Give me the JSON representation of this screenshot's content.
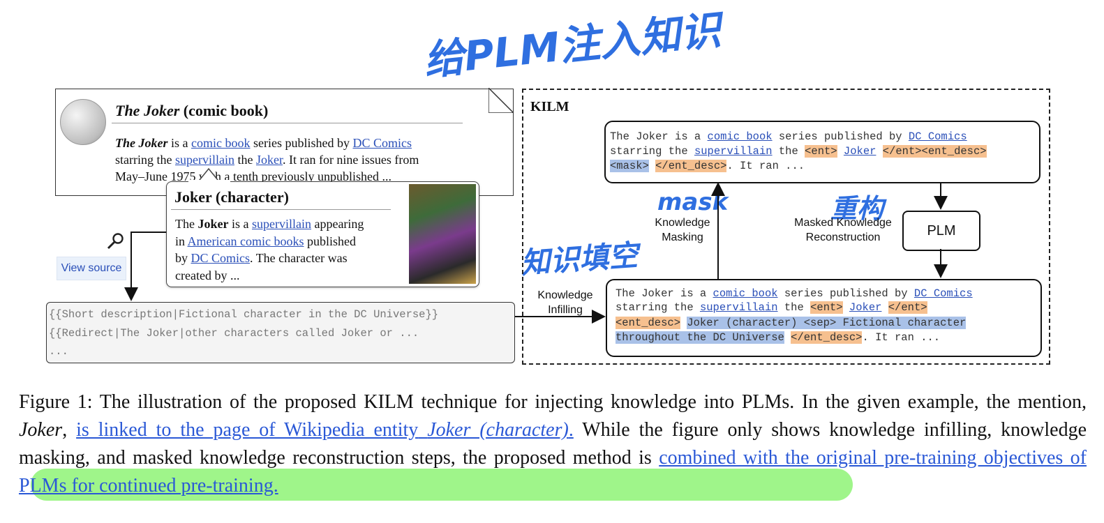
{
  "handwriting": {
    "top_note": "给PLM注入知识",
    "mask_note": "mask",
    "reconstruct_note": "重构",
    "infill_note": "知识填空"
  },
  "wiki": {
    "title_italic": "The Joker",
    "title_rest": "(comic book)",
    "body": {
      "bold_italic": "The Joker",
      "t1": "is a",
      "link_comic_book": "comic book",
      "t2": "series published by",
      "link_dc_comics": "DC Comics",
      "t3": "starring the",
      "link_supervillain": "supervillain",
      "t4": "the",
      "link_joker": "Joker",
      "t5": ". It ran for nine issues from",
      "t6": "May–June 1975 with a tenth previously unpublished ..."
    }
  },
  "popup": {
    "title": "Joker (character)",
    "t1": "The",
    "bold": "Joker",
    "t2": "is a",
    "link_supervillain": "supervillain",
    "t3": "appearing",
    "t4": "in",
    "link_american": "American comic books",
    "t5": "published",
    "t6": "by",
    "link_dc": "DC Comics",
    "t7": ". The character was",
    "t8": "created by ..."
  },
  "view_source": "View source",
  "source": {
    "line1": "{{Short description|Fictional character in the DC Universe}}",
    "line2": "{{Redirect|The Joker|other characters called Joker or ...",
    "line3": "..."
  },
  "kilm": {
    "label": "KILM",
    "top_box": {
      "l1a": "The Joker is a",
      "l1_link1": "comic book",
      "l1b": "series published by",
      "l1_link2": "DC Comics",
      "l2a": "starring the",
      "l2_link": "supervillain",
      "l2b": "the",
      "ent_open": "<ent>",
      "joker": "Joker",
      "ent_close_desc": "</ent><ent_desc>",
      "mask": "<mask>",
      "ent_desc_close": "</ent_desc>",
      "l3_rest": ". It ran ..."
    },
    "bottom_box": {
      "l1a": "The Joker is a",
      "l1_link1": "comic book",
      "l1b": "series published by",
      "l1_link2": "DC Comics",
      "l2a": "starring the",
      "l2_link": "supervillain",
      "l2b": "the",
      "ent_open": "<ent>",
      "joker": "Joker",
      "ent_close": "</ent>",
      "ent_desc": "<ent_desc>",
      "desc1": "Joker (character) <sep> Fictional character",
      "desc2": "throughout the DC Universe",
      "ent_desc_close": "</ent_desc>",
      "l4_rest": ". It ran ..."
    },
    "plm": "PLM",
    "knowledge_masking": [
      "Knowledge",
      "Masking"
    ],
    "masked_reconstruction": [
      "Masked Knowledge",
      "Reconstruction"
    ],
    "knowledge_infilling": [
      "Knowledge",
      "Infilling"
    ]
  },
  "caption": {
    "p1": "Figure 1: The illustration of the proposed KILM technique for injecting knowledge into PLMs. In the given example, the mention,",
    "it1": "Joker",
    "p2": ",",
    "u1": "is linked to the page of Wikipedia entity",
    "it2": "Joker (character)",
    "p3": ".",
    "p4": "While the figure only shows knowledge infilling, knowledge masking, and masked knowledge reconstruction steps, the proposed method is",
    "u2": "combined with the original pre-training objectives of PLMs for continued pre-training."
  },
  "colors": {
    "handwriting": "#2f6fe0",
    "highlight_green": "#9ff58a",
    "entity_orange": "#f6c08f",
    "mask_blue": "#a9c1e8"
  }
}
